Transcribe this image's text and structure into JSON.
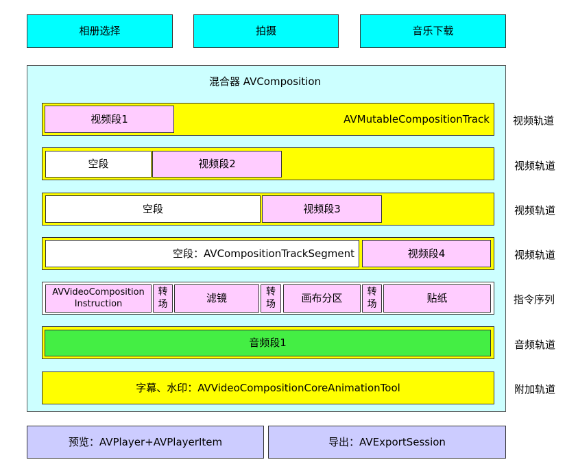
{
  "top_buttons": [
    "相册选择",
    "拍摄",
    "音乐下载"
  ],
  "mixer_title": "混合器 AVComposition",
  "track1": {
    "segment": "视频段1",
    "label": "AVMutableCompositionTrack"
  },
  "track2": {
    "empty": "空段",
    "segment": "视频段2"
  },
  "track3": {
    "empty": "空段",
    "segment": "视频段3"
  },
  "track4": {
    "empty": "空段：AVCompositionTrackSegment",
    "segment": "视频段4"
  },
  "instructions": {
    "first": "AVVideoComposition Instruction",
    "t1": "转场",
    "filter": "滤镜",
    "t2": "转场",
    "canvas": "画布分区",
    "t3": "转场",
    "sticker": "贴纸"
  },
  "audio": {
    "segment": "音频段1"
  },
  "extra": {
    "label": "字幕、水印：AVVideoCompositionCoreAnimationTool"
  },
  "side_labels": [
    "视频轨道",
    "视频轨道",
    "视频轨道",
    "视频轨道",
    "指令序列",
    "音频轨道",
    "附加轨道"
  ],
  "bottom_buttons": [
    "预览：AVPlayer+AVPlayerItem",
    "导出：AVExportSession"
  ],
  "colors": {
    "top_buttons": "#00ffff",
    "mixer": "#ccffff",
    "track": "#ffff00",
    "segment": "#ffccff",
    "audio_segment": "#44ee44",
    "bottom_buttons": "#ccccff"
  }
}
